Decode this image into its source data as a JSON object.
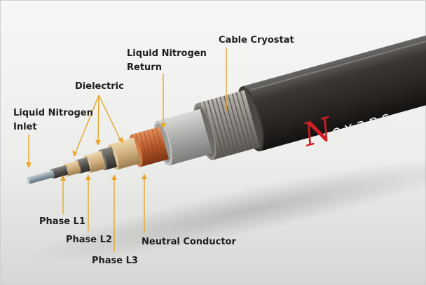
{
  "labels": {
    "liquid_nitrogen_inlet_line1": "Liquid Nitrogen",
    "liquid_nitrogen_inlet_line2": "Inlet",
    "dielectric": "Dielectric",
    "liquid_nitrogen_return_line1": "Liquid Nitrogen",
    "liquid_nitrogen_return_line2": "Return",
    "cable_cryostat": "Cable Cryostat",
    "phase_l1": "Phase L1",
    "phase_l2": "Phase L2",
    "phase_l3": "Phase L3",
    "neutral_conductor": "Neutral Conductor"
  },
  "brand": {
    "name": "exans",
    "logo_letter": "N",
    "logo_color": "#d01f25"
  },
  "colors": {
    "leader_line": "#e5a62a",
    "jacket": "#2f2c2a",
    "copper": "#c0602e",
    "dielectric_tape": "#d2b384"
  }
}
